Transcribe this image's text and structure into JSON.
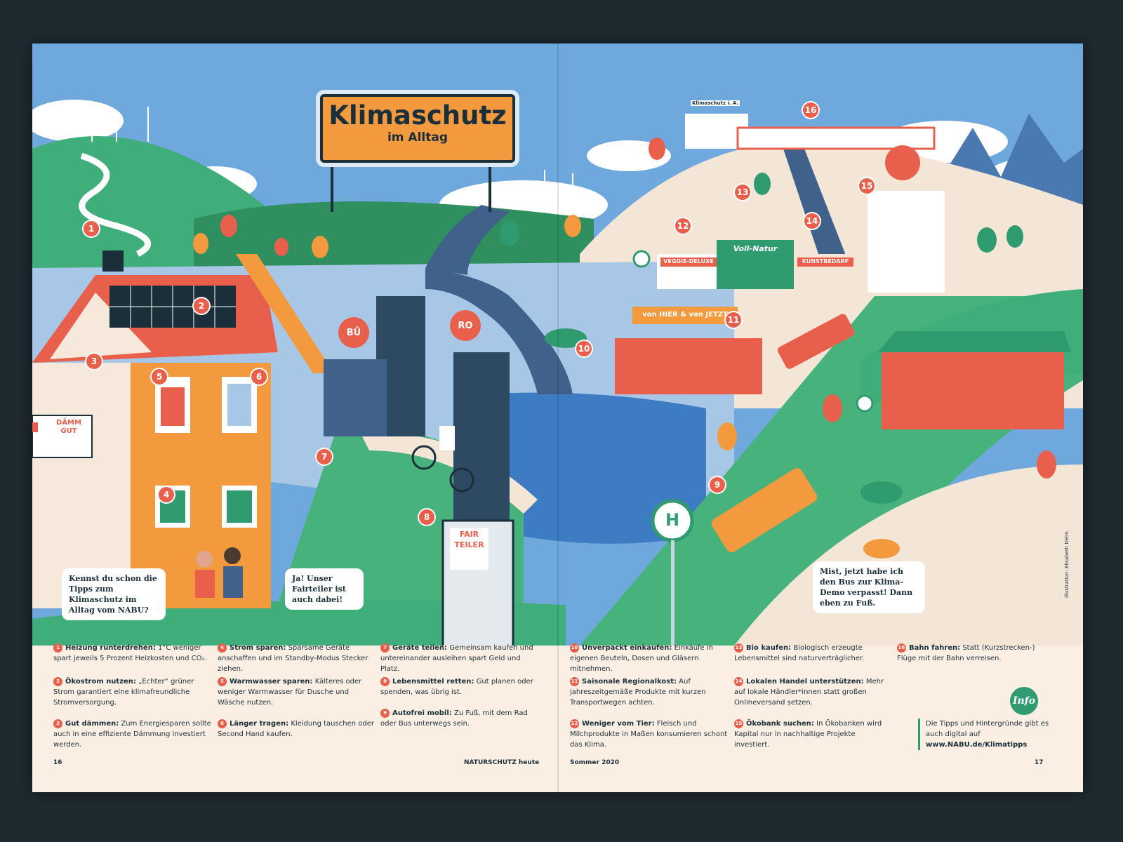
{
  "illustration": {
    "sign_title": "Klimaschutz",
    "sign_subtitle": "im Alltag",
    "station_label": "Klimaschutz i. A.",
    "bank_left": "BÜ",
    "bank_right": "RO",
    "damm_sign": "DÄMM GUT",
    "fair_sign_1": "FAIR",
    "fair_sign_2": "TEILER",
    "store_veggie": "VEGGIE-DELUXE",
    "store_vollnatur": "Voll-Natur",
    "store_kunst": "KUNSTBEDARF",
    "store_regional": "von HIER & von JETZT",
    "bus_stop_symbol": "H",
    "credit": "Illustration: Elisabeth Deim",
    "markers": [
      "1",
      "2",
      "3",
      "4",
      "5",
      "6",
      "7",
      "8",
      "9",
      "10",
      "11",
      "12",
      "13",
      "14",
      "15",
      "16"
    ],
    "bubble_left": "Kennst du schon die Tipps zum Klimaschutz im Alltag vom NABU?",
    "bubble_middle": "Ja! Unser Fairteiler ist auch dabei!",
    "bubble_right": "Mist, jetzt habe ich den Bus zur Klima-Demo verpasst! Dann eben zu Fuß."
  },
  "tips": [
    {
      "n": "1",
      "title": "Heizung runterdrehen:",
      "text": "1°C weniger spart jeweils 5 Prozent Heizkosten und CO₂."
    },
    {
      "n": "2",
      "title": "Ökostrom nutzen:",
      "text": "„Echter“ grüner Strom garantiert eine klimafreundliche Stromversorgung."
    },
    {
      "n": "3",
      "title": "Gut dämmen:",
      "text": "Zum Energiesparen sollte auch in eine effiziente Dämmung investiert werden."
    },
    {
      "n": "4",
      "title": "Strom sparen:",
      "text": "Sparsame Geräte anschaffen und im Standby-Modus Stecker ziehen."
    },
    {
      "n": "5",
      "title": "Warmwasser sparen:",
      "text": "Kälteres oder weniger Warmwasser für Dusche und Wäsche nutzen."
    },
    {
      "n": "6",
      "title": "Länger tragen:",
      "text": "Kleidung tauschen oder Second Hand kaufen."
    },
    {
      "n": "7",
      "title": "Geräte teilen:",
      "text": "Gemeinsam kaufen und untereinander ausleihen spart Geld und Platz."
    },
    {
      "n": "8",
      "title": "Lebensmittel retten:",
      "text": "Gut planen oder spenden, was übrig ist."
    },
    {
      "n": "9",
      "title": "Autofrei mobil:",
      "text": "Zu Fuß, mit dem Rad oder Bus unterwegs sein."
    },
    {
      "n": "10",
      "title": "Unverpackt einkaufen:",
      "text": "Einkäufe in eigenen Beuteln, Dosen und Gläsern mitnehmen."
    },
    {
      "n": "11",
      "title": "Saisonale Regionalkost:",
      "text": "Auf jahreszeitgemäße Produkte mit kurzen Transportwegen achten."
    },
    {
      "n": "12",
      "title": "Weniger vom Tier:",
      "text": "Fleisch und Milchprodukte in Maßen konsumieren schont das Klima."
    },
    {
      "n": "13",
      "title": "Bio kaufen:",
      "text": "Biologisch erzeugte Lebensmittel sind naturverträglicher."
    },
    {
      "n": "14",
      "title": "Lokalen Handel unterstützen:",
      "text": "Mehr auf lokale Händler*innen statt großen Onlineversand setzen."
    },
    {
      "n": "15",
      "title": "Ökobank suchen:",
      "text": "In Ökobanken wird Kapital nur in nachhaltige Projekte investiert."
    },
    {
      "n": "16",
      "title": "Bahn fahren:",
      "text": "Statt (Kurzstrecken-) Flüge mit der Bahn verreisen."
    }
  ],
  "info": {
    "badge": "Info",
    "line1": "Die Tipps und Hintergründe gibt es auch digital auf",
    "link": "www.NABU.de/Klimatipps"
  },
  "footer": {
    "page_left": "16",
    "magazine": "NATURSCHUTZ heute",
    "issue": "Sommer 2020",
    "page_right": "17"
  },
  "colors": {
    "sky": "#6fa8dc",
    "green": "#2f9b6f",
    "orange": "#f29a3d",
    "red": "#e8604c",
    "navy": "#1b2f3a",
    "paper": "#fbefe3"
  }
}
